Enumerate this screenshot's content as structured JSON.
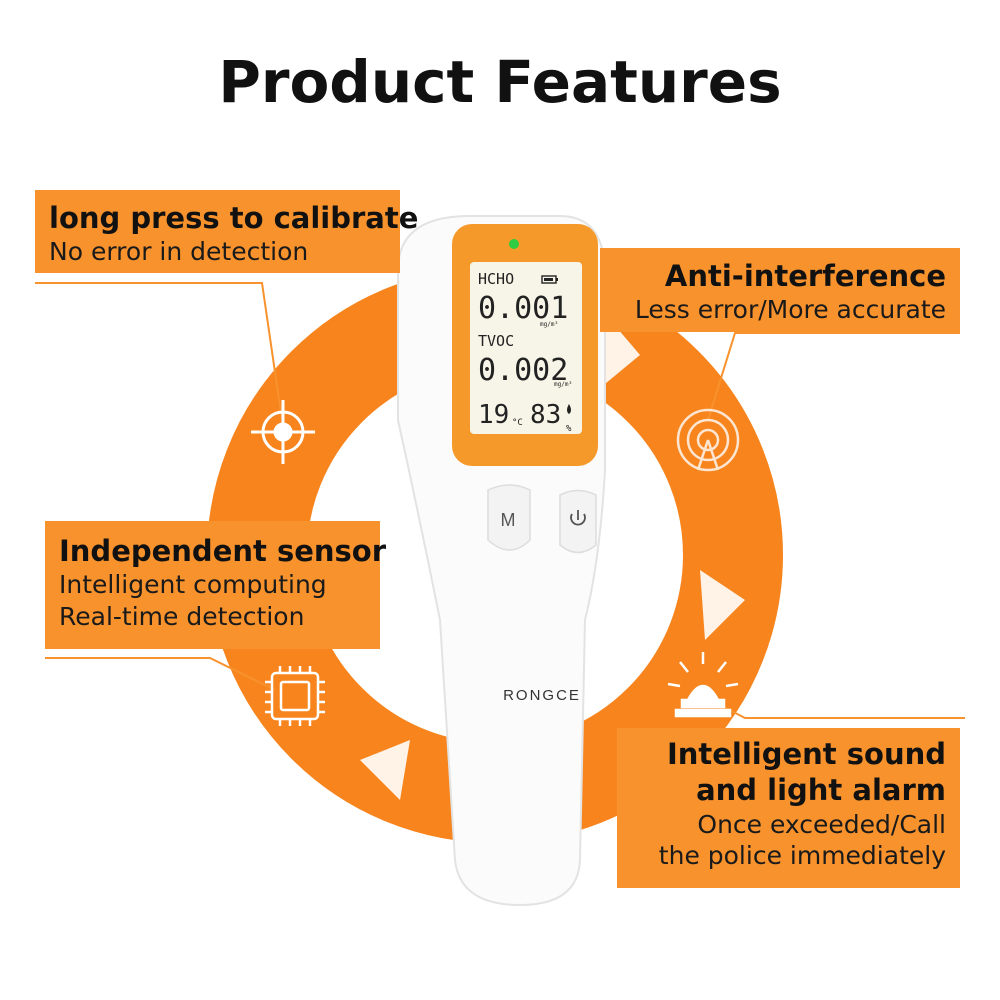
{
  "page": {
    "title": "Product Features"
  },
  "features": {
    "calibrate": {
      "heading": "long press to calibrate",
      "lines": [
        "No error in detection"
      ]
    },
    "anti_interference": {
      "heading": "Anti-interference",
      "lines": [
        "Less error/More accurate"
      ]
    },
    "sensor": {
      "heading": "Independent sensor",
      "lines": [
        "Intelligent computing",
        "Real-time detection"
      ]
    },
    "alarm": {
      "heading_lines": [
        "Intelligent sound",
        "and light alarm"
      ],
      "lines": [
        "Once exceeded/Call",
        "the police immediately"
      ]
    }
  },
  "device": {
    "brand": "RONGCE",
    "lcd": {
      "label1": "HCHO",
      "value1": "0.001",
      "unit1": "mg/m³",
      "label2": "TVOC",
      "value2": "0.002",
      "unit2": "mg/m³",
      "temperature": "19",
      "temp_unit": "°C",
      "humidity": "83",
      "humidity_unit": "%"
    },
    "buttons": {
      "mode_label": "M"
    }
  },
  "colors": {
    "accent": "#f7922d",
    "ring": "#f7841d",
    "lcd_frame": "#f59a2a",
    "lcd_screen": "#f7f5e8",
    "status_led": "#2ecc40"
  },
  "icons": [
    "crosshair-icon",
    "signal-waves-icon",
    "chip-icon",
    "alarm-light-icon",
    "battery-icon",
    "power-icon",
    "droplet-icon"
  ]
}
